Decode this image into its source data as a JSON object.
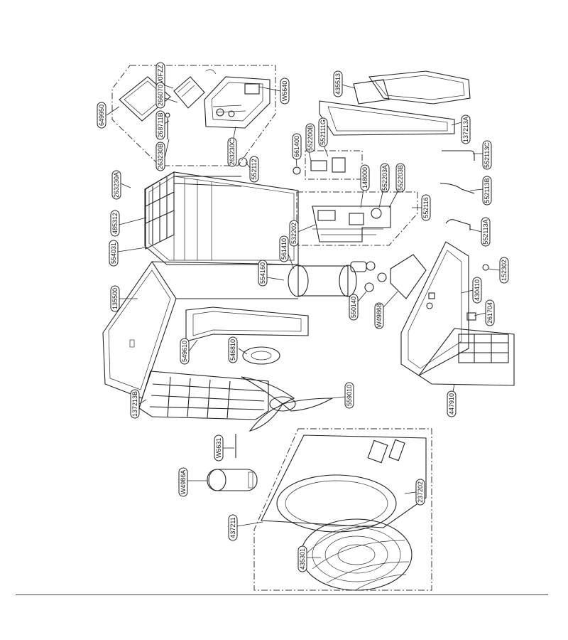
{
  "parts": [
    {
      "id": "p01",
      "code": "649950"
    },
    {
      "id": "p02",
      "code": "W0FZZ"
    },
    {
      "id": "p03",
      "code": "266070"
    },
    {
      "id": "p04",
      "code": "268711B"
    },
    {
      "id": "p05",
      "code": "W6640"
    },
    {
      "id": "p06",
      "code": "263230B"
    },
    {
      "id": "p07",
      "code": "263230C"
    },
    {
      "id": "p08",
      "code": "552112"
    },
    {
      "id": "p09",
      "code": "435513"
    },
    {
      "id": "p10",
      "code": "137213A"
    },
    {
      "id": "p11",
      "code": "552111G"
    },
    {
      "id": "p12",
      "code": "552200B"
    },
    {
      "id": "p13",
      "code": "661400"
    },
    {
      "id": "p14",
      "code": "552113C"
    },
    {
      "id": "p15",
      "code": "263230A"
    },
    {
      "id": "p16",
      "code": "485312"
    },
    {
      "id": "p17",
      "code": "554031"
    },
    {
      "id": "p18",
      "code": "148000"
    },
    {
      "id": "p19",
      "code": "552203A"
    },
    {
      "id": "p20",
      "code": "552203B"
    },
    {
      "id": "p21",
      "code": "552116"
    },
    {
      "id": "p22",
      "code": "552113B"
    },
    {
      "id": "p23",
      "code": "552113A"
    },
    {
      "id": "p24",
      "code": "532202"
    },
    {
      "id": "p25",
      "code": "561410"
    },
    {
      "id": "p26",
      "code": "554160"
    },
    {
      "id": "p27",
      "code": "152302"
    },
    {
      "id": "p28",
      "code": "135500"
    },
    {
      "id": "p29",
      "code": "550140"
    },
    {
      "id": "p30",
      "code": "W49868"
    },
    {
      "id": "p31",
      "code": "430410"
    },
    {
      "id": "p32",
      "code": "261704"
    },
    {
      "id": "p33",
      "code": "549610"
    },
    {
      "id": "p34",
      "code": "546810"
    },
    {
      "id": "p35",
      "code": "447910"
    },
    {
      "id": "p36",
      "code": "137213B"
    },
    {
      "id": "p37",
      "code": "559010"
    },
    {
      "id": "p38",
      "code": "W6631"
    },
    {
      "id": "p39",
      "code": "W4986A"
    },
    {
      "id": "p40",
      "code": "237202"
    },
    {
      "id": "p41",
      "code": "437211"
    },
    {
      "id": "p42",
      "code": "435301"
    }
  ]
}
